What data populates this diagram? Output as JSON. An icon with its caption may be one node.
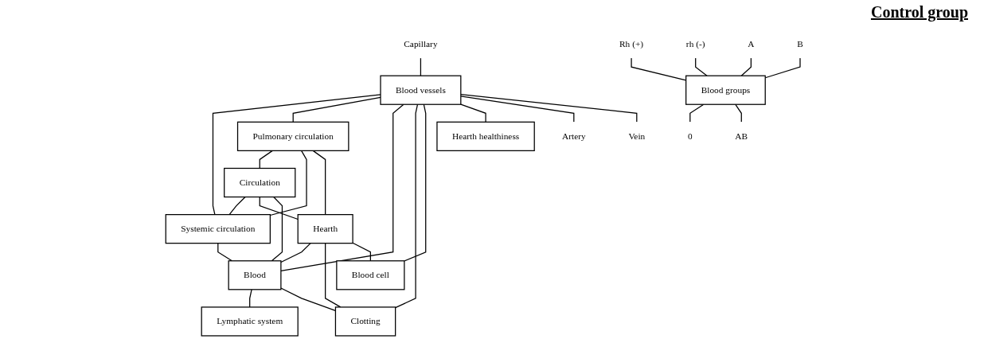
{
  "diagram": {
    "title": "Control group",
    "nodes": [
      {
        "text": [
          "Pulmonary circulation"
        ]
      },
      {
        "text": [
          "Circulation"
        ]
      },
      {
        "text": [
          "Systemic circulation"
        ]
      },
      {
        "text": [
          "Capillary"
        ]
      },
      {
        "text": [
          "Blood vessels"
        ]
      },
      {
        "text": [
          "Hearth"
        ]
      },
      {
        "text": [
          "Blood"
        ]
      },
      {
        "text": [
          "Lymphatic system"
        ]
      },
      {
        "text": [
          "Clotting"
        ]
      },
      {
        "text": [
          "Blood cell"
        ]
      },
      {
        "text": [
          "Artery"
        ]
      },
      {
        "text": [
          "Vein"
        ]
      },
      {
        "text": [
          "Hearth healthiness"
        ]
      },
      {
        "text": [
          "Rh (+)"
        ]
      },
      {
        "text": [
          "rh (-)"
        ]
      },
      {
        "text": [
          "A"
        ]
      },
      {
        "text": [
          "B"
        ]
      },
      {
        "text": [
          "Blood groups"
        ]
      },
      {
        "text": [
          "0"
        ]
      },
      {
        "text": [
          "AB"
        ]
      }
    ],
    "edges": [
      {
        "from": 0,
        "to": 1,
        "arrow": "none"
      },
      {
        "from": 1,
        "to": 2,
        "arrow": "none"
      },
      {
        "from": 0,
        "to": 2,
        "arrow": "none"
      },
      {
        "from": 4,
        "to": 2,
        "arrow": "none"
      },
      {
        "from": 3,
        "to": 4,
        "arrow": "none"
      },
      {
        "from": 4,
        "to": 0,
        "arrow": "none"
      },
      {
        "from": 0,
        "to": 5,
        "arrow": "none"
      },
      {
        "from": 1,
        "to": 5,
        "arrow": "none"
      },
      {
        "from": 1,
        "to": 6,
        "arrow": "none"
      },
      {
        "from": 2,
        "to": 6,
        "arrow": "none"
      },
      {
        "from": 5,
        "to": 6,
        "arrow": "none"
      },
      {
        "from": 4,
        "to": 6,
        "arrow": "none"
      },
      {
        "from": 6,
        "to": 7,
        "arrow": "none"
      },
      {
        "from": 5,
        "to": 8,
        "arrow": "none"
      },
      {
        "from": 6,
        "to": 8,
        "arrow": "none"
      },
      {
        "from": 4,
        "to": 8,
        "arrow": "none"
      },
      {
        "from": 5,
        "to": 9,
        "arrow": "none"
      },
      {
        "from": 4,
        "to": 9,
        "arrow": "none"
      },
      {
        "from": 4,
        "to": 12,
        "arrow": "none"
      },
      {
        "from": 4,
        "to": 10,
        "arrow": "none"
      },
      {
        "from": 4,
        "to": 11,
        "arrow": "none"
      },
      {
        "from": 13,
        "to": 17,
        "arrow": "none"
      },
      {
        "from": 14,
        "to": 17,
        "arrow": "none"
      },
      {
        "from": 15,
        "to": 17,
        "arrow": "none"
      },
      {
        "from": 16,
        "to": 17,
        "arrow": "none"
      },
      {
        "from": 17,
        "to": 18,
        "arrow": "none"
      },
      {
        "from": 17,
        "to": 19,
        "arrow": "none"
      }
    ]
  }
}
